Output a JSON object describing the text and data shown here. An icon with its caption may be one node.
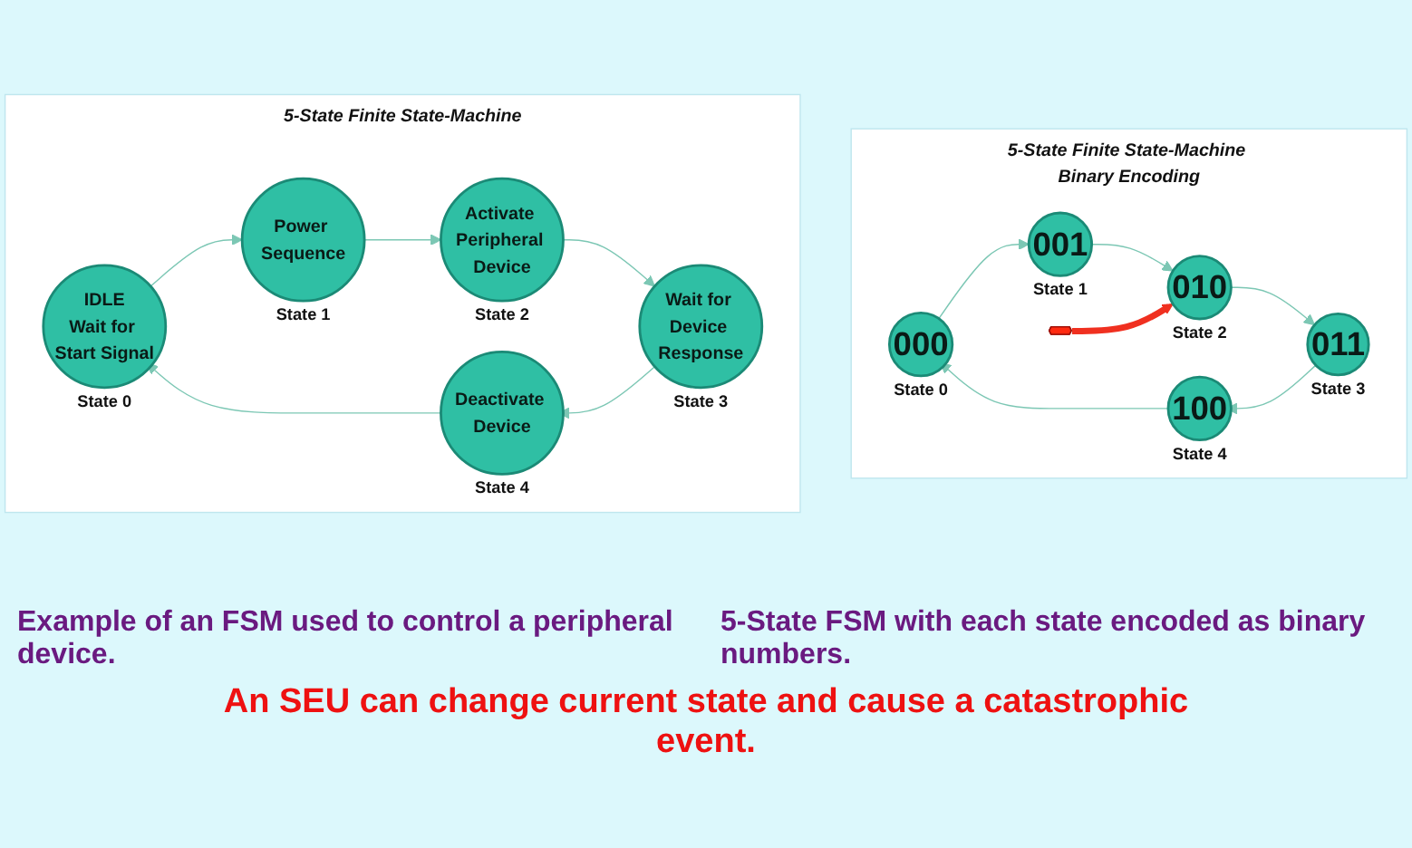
{
  "diagram": {
    "nodes": [
      {
        "text": [
          "5-State Finite State-Machine"
        ]
      },
      {
        "text": [
          "IDLE",
          "Wait for Start Signal"
        ],
        "in": 0,
        "beside": [
          "State 0"
        ]
      },
      {
        "text": [
          "Power Sequence"
        ],
        "in": 0,
        "beside": [
          "State 1"
        ]
      },
      {
        "text": [
          "Activate Peripheral Device"
        ],
        "in": 0,
        "beside": [
          "State 2"
        ]
      },
      {
        "text": [
          "Wait for Device Response"
        ],
        "in": 0,
        "beside": [
          "State 3"
        ]
      },
      {
        "text": [
          "Deactivate Device"
        ],
        "in": 0,
        "beside": [
          "State 4"
        ]
      },
      {
        "text": [
          "5-State Finite State-Machine Binary Encoding"
        ]
      },
      {
        "text": [
          "000"
        ],
        "in": 6,
        "beside": [
          "State 0"
        ]
      },
      {
        "text": [
          "001"
        ],
        "in": 6,
        "beside": [
          "State 1"
        ]
      },
      {
        "text": [
          "010"
        ],
        "in": 6,
        "beside": [
          "State 2"
        ]
      },
      {
        "text": [
          "011"
        ],
        "in": 6,
        "beside": [
          "State 3"
        ]
      },
      {
        "text": [
          "100"
        ],
        "in": 6,
        "beside": [
          "State 4"
        ]
      },
      {
        "text": [],
        "shape": "star",
        "in": 6
      }
    ],
    "edges": [
      {
        "from": 1,
        "to": 2,
        "arrow": "to"
      },
      {
        "from": 2,
        "to": 3,
        "arrow": "to"
      },
      {
        "from": 3,
        "to": 4,
        "arrow": "to"
      },
      {
        "from": 4,
        "to": 5,
        "arrow": "to"
      },
      {
        "from": 5,
        "to": 1,
        "arrow": "to"
      },
      {
        "from": 7,
        "to": 8,
        "arrow": "to"
      },
      {
        "from": 8,
        "to": 9,
        "arrow": "to"
      },
      {
        "from": 9,
        "to": 10,
        "arrow": "to"
      },
      {
        "from": 10,
        "to": 11,
        "arrow": "to"
      },
      {
        "from": 11,
        "to": 7,
        "arrow": "to"
      },
      {
        "from": 12,
        "to": 9,
        "arrow": "to",
        "style": "thick",
        "color": "#f03020"
      }
    ],
    "labels": [
      "Example of an FSM used to control a peripheral device.",
      "5-State FSM with each state encoded as binary numbers.",
      "An SEU can change current state and cause a catastrophic event."
    ]
  }
}
